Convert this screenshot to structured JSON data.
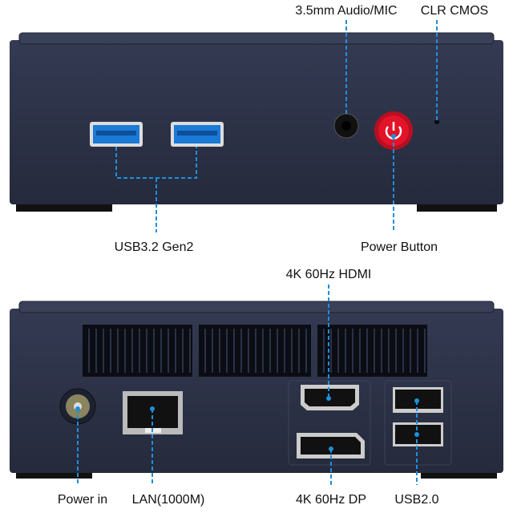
{
  "colors": {
    "body": "#2b3146",
    "accent": "#1e8fdc",
    "power": "#e3132a"
  },
  "front": {
    "labels": {
      "audio": "3.5mm Audio/MIC",
      "clr": "CLR CMOS",
      "usb": "USB3.2 Gen2",
      "power": "Power Button"
    }
  },
  "rear": {
    "labels": {
      "hdmi": "4K 60Hz HDMI",
      "power_in": "Power in",
      "lan": "LAN(1000M)",
      "dp": "4K 60Hz DP",
      "usb2": "USB2.0"
    }
  }
}
